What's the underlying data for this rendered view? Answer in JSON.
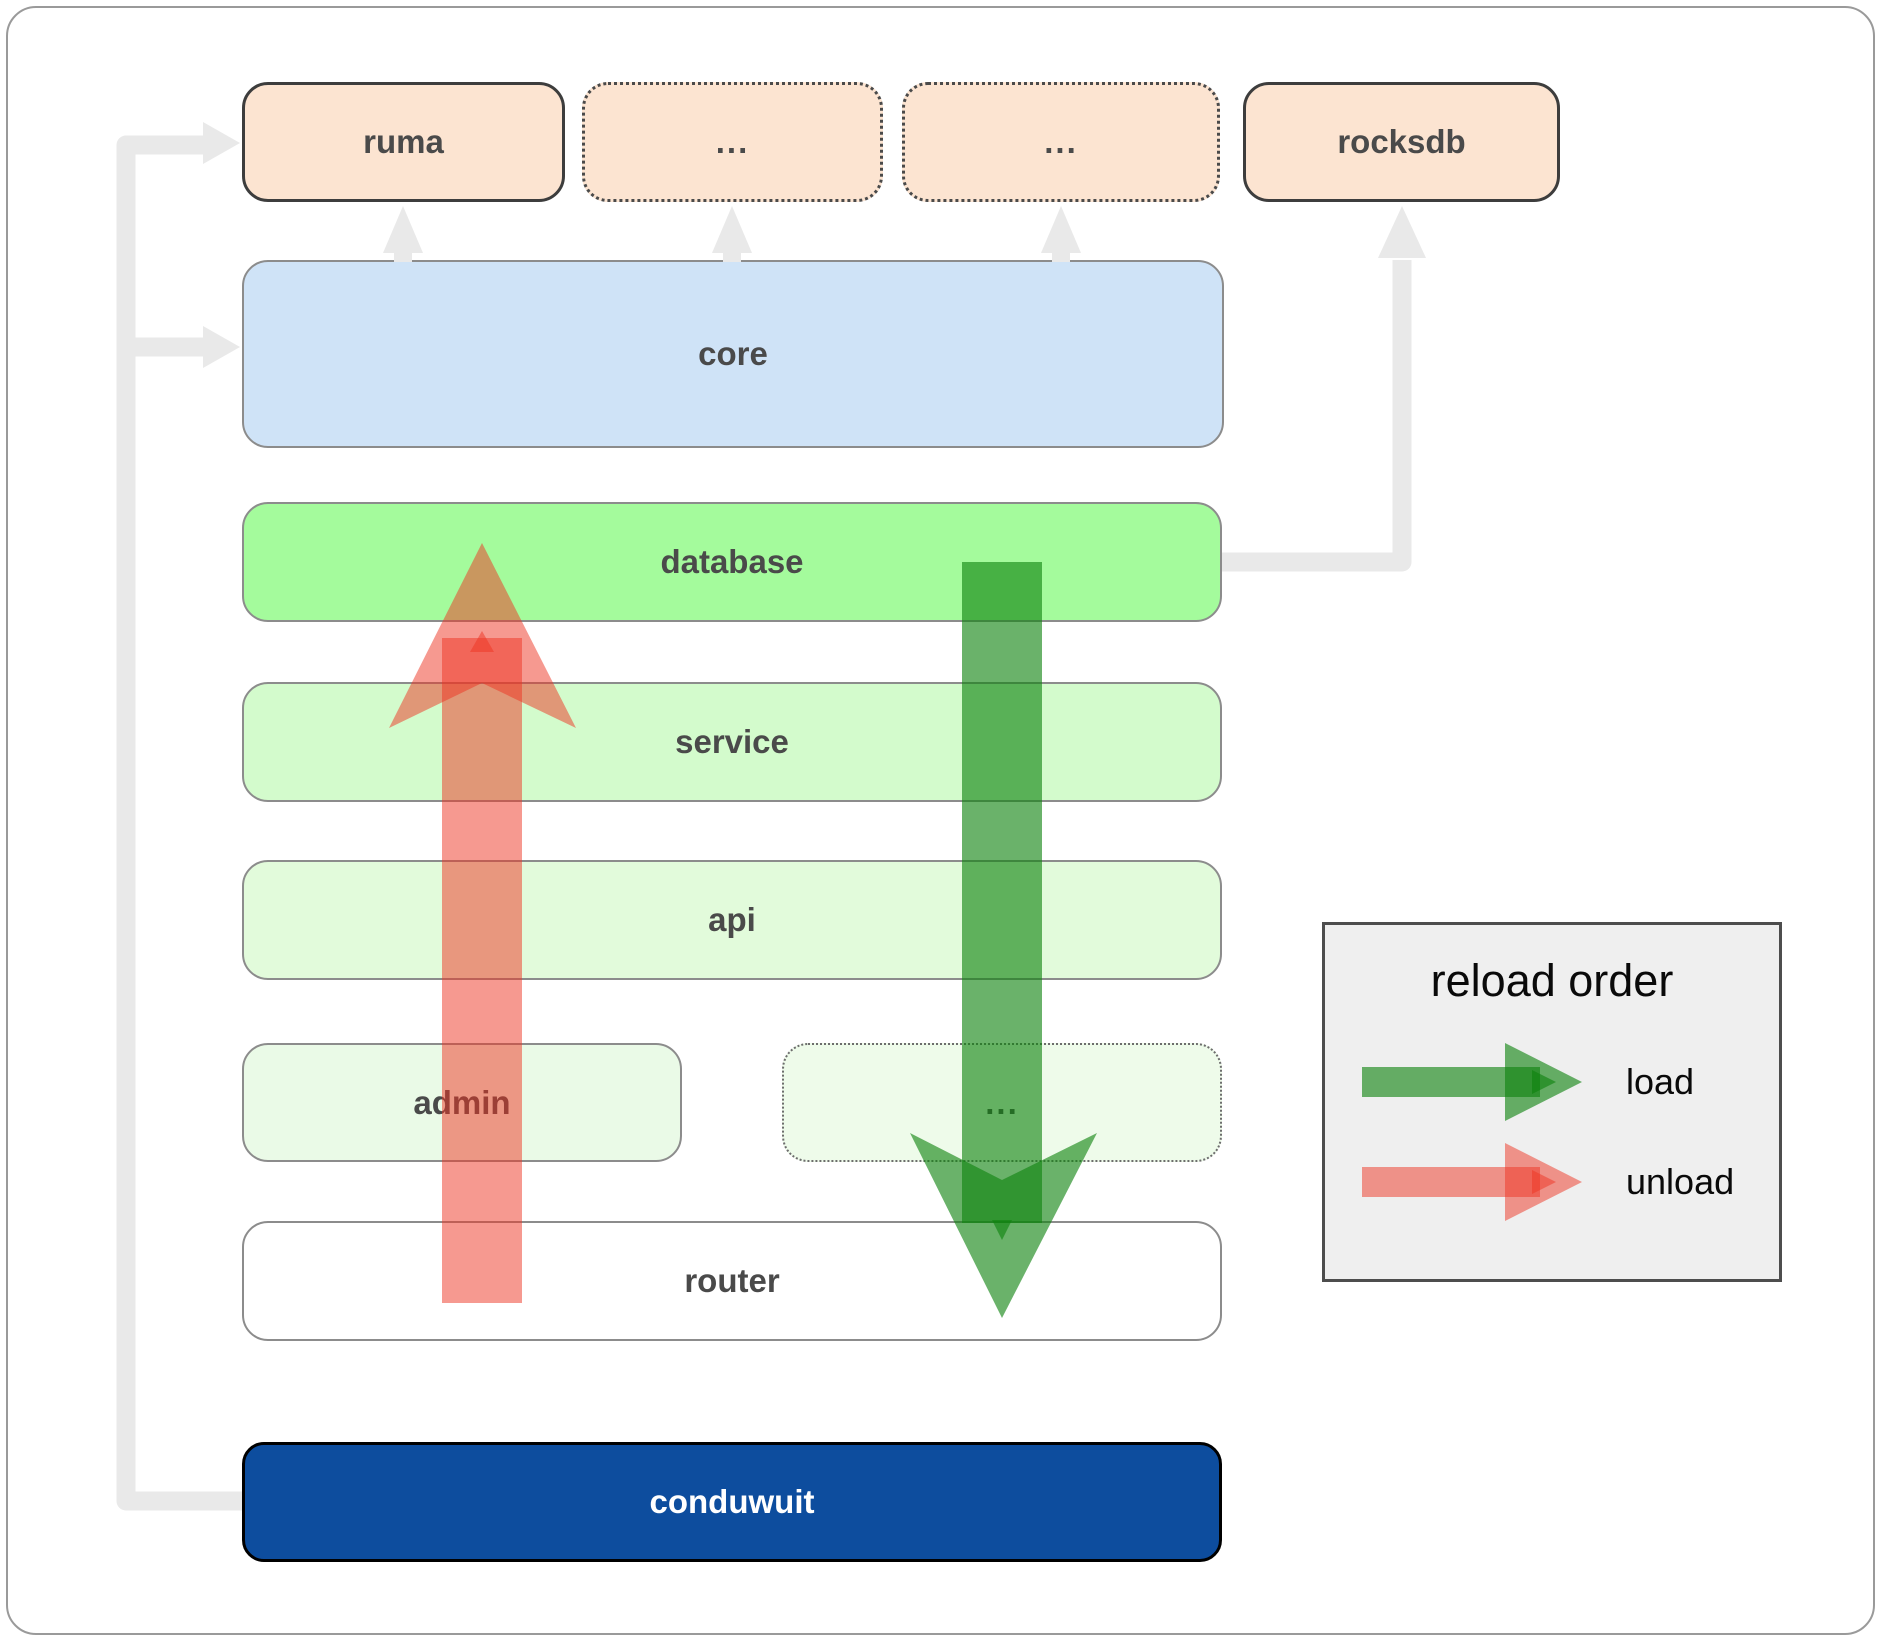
{
  "diagram": {
    "top_row": [
      {
        "label": "ruma"
      },
      {
        "label": "..."
      },
      {
        "label": "..."
      },
      {
        "label": "rocksdb"
      }
    ],
    "core": {
      "label": "core"
    },
    "database": {
      "label": "database"
    },
    "service": {
      "label": "service"
    },
    "api": {
      "label": "api"
    },
    "admin": {
      "label": "admin"
    },
    "more_services": {
      "label": "..."
    },
    "router": {
      "label": "router"
    },
    "conduwuit": {
      "label": "conduwuit"
    }
  },
  "legend": {
    "title": "reload order",
    "items": [
      {
        "label": "load",
        "color_key": "load"
      },
      {
        "label": "unload",
        "color_key": "unload"
      }
    ]
  },
  "colors": {
    "load": "#0e830e",
    "unload": "#ee3322",
    "connector": "#e9e9e9",
    "conduwuit_blue": "#0d4d9e",
    "core_blue": "#cfe3f7",
    "database_green": "#a4fb9c",
    "peach": "#fce4d1"
  }
}
